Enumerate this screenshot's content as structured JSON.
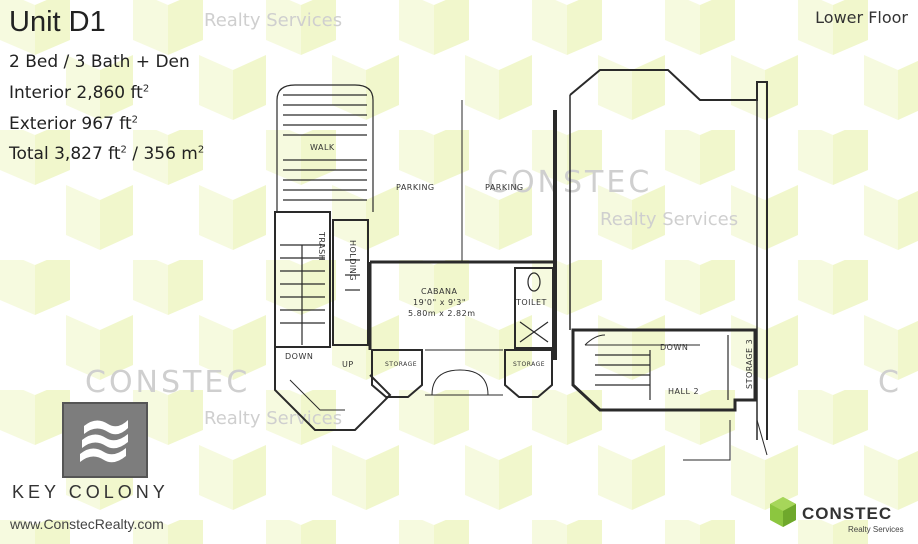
{
  "header": {
    "unit_title": "Unit D1",
    "beds_baths": "2 Bed / 3 Bath + Den",
    "interior_label": "Interior 2,860 ft",
    "exterior_label": "Exterior 967 ft",
    "total_label_a": "Total 3,827 ft",
    "total_label_b": " / 356 m",
    "superscript": "2",
    "floor": "Lower Floor"
  },
  "watermarks": {
    "brand": "CONSTEC",
    "sub": "Realty Services"
  },
  "plan_labels": {
    "walk": "WALK",
    "parking1": "PARKING",
    "parking2": "PARKING",
    "trash": "TRASH",
    "holding": "HOLDING",
    "cabana": "CABANA",
    "cabana_dim1": "19'0\" x 9'3\"",
    "cabana_dim2": "5.80m x 2.82m",
    "toilet": "TOILET",
    "down_left": "DOWN",
    "up": "UP",
    "storage1": "STORAGE",
    "storage2": "STORAGE",
    "down_right": "DOWN",
    "hall": "HALL 2",
    "storage3": "STORAGE 3"
  },
  "branding": {
    "key_colony": "KEY COLONY",
    "website": "www.ConstecRealty.com",
    "constec": "CONSTEC",
    "constec_sub": "Realty Services"
  },
  "colors": {
    "hexagon_green": "#f2f8d0",
    "logo_green": "#8cc63f",
    "wall": "#2a2a2a"
  }
}
